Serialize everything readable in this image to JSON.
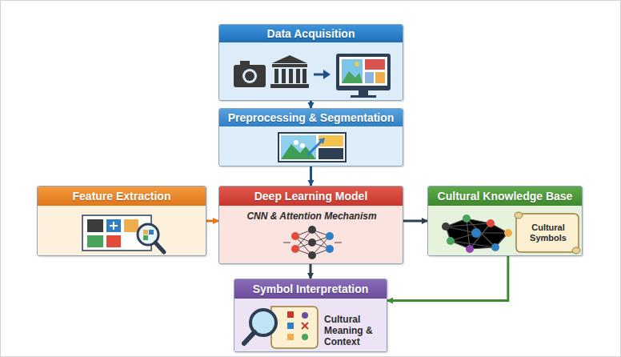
{
  "diagram": {
    "nodes": [
      {
        "text": [
          "Data Acquisition"
        ]
      },
      {
        "text": [
          "Preprocessing & Segmentation"
        ]
      },
      {
        "text": [
          "Feature Extraction"
        ]
      },
      {
        "text": [
          "Deep Learning Model",
          "CNN & Attention Mechanism"
        ]
      },
      {
        "text": [
          "Cultural Knowledge Base",
          "Cultural Symbols"
        ]
      },
      {
        "text": [
          "Symbol Interpretation",
          "Cultural Meaning & Context"
        ]
      }
    ],
    "edges": [
      {
        "from": 0,
        "to": 1,
        "arrow": "to"
      },
      {
        "from": 1,
        "to": 3,
        "arrow": "to"
      },
      {
        "from": 2,
        "to": 3,
        "arrow": "to"
      },
      {
        "from": 3,
        "to": 4,
        "arrow": "to"
      },
      {
        "from": 3,
        "to": 5,
        "arrow": "to"
      },
      {
        "from": 4,
        "to": 5,
        "arrow": "to"
      }
    ]
  }
}
